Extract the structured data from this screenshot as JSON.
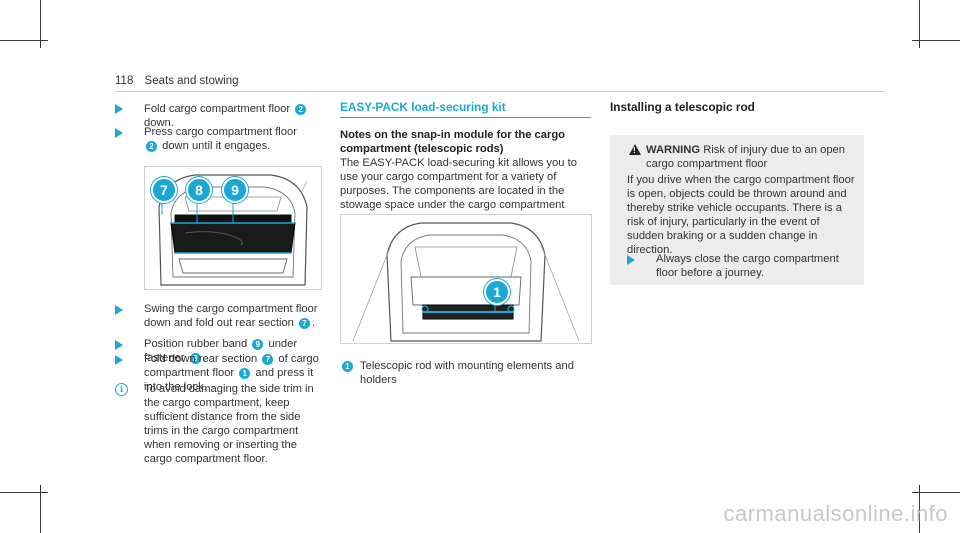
{
  "header": {
    "page_number": "118",
    "title": "Seats and stowing"
  },
  "col1": {
    "step1": "Fold cargo compartment floor",
    "step1_end": "down.",
    "step1_badge": "2",
    "step2": "Press cargo compartment floor",
    "step2_end": "down until it engages.",
    "step2_badge": "2",
    "fig_badges": [
      "7",
      "8",
      "9"
    ],
    "step3": "Swing the cargo compartment floor down and fold out rear section",
    "step3_badge": "7",
    "step4": "Position rubber band",
    "step4_mid": "under fastener",
    "step4_badge1": "9",
    "step4_badge2": "8",
    "step5": "Fold down rear section",
    "step5_mid": "of cargo compartment floor",
    "step5_end": "and press it into the lock.",
    "step5_badge1": "7",
    "step5_badge2": "1",
    "info": "To avoid damaging the side trim in the cargo compartment, keep sufficient distance from the side trims in the cargo compartment when removing or inserting the cargo compartment floor."
  },
  "col2": {
    "section_title": "EASY-PACK load-securing kit",
    "subhead": "Notes on the snap-in module for the cargo compartment (telescopic rods)",
    "para": "The EASY-PACK load-securing kit allows you to use your cargo compartment for a variety of purposes. The components are located in the stowage space under the cargo compartment floor.",
    "fig_badge": "1",
    "legend_badge": "1",
    "legend_text": "Telescopic rod with mounting elements and holders"
  },
  "col3": {
    "title": "Installing a telescopic rod",
    "warn_title": "WARNING",
    "warn_sub": "Risk of injury due to an open cargo compartment floor",
    "warn_body": "If you drive when the cargo compartment floor is open, objects could be thrown around and thereby strike vehicle occupants. There is a risk of injury, particularly in the event of sudden braking or a sudden change in direction.",
    "warn_step": "Always close the cargo compartment floor before a journey."
  },
  "watermark": "carmanualsonline.info",
  "colors": {
    "accent": "#1aa9d6",
    "warn_bg": "#ececec",
    "text": "#333333"
  }
}
